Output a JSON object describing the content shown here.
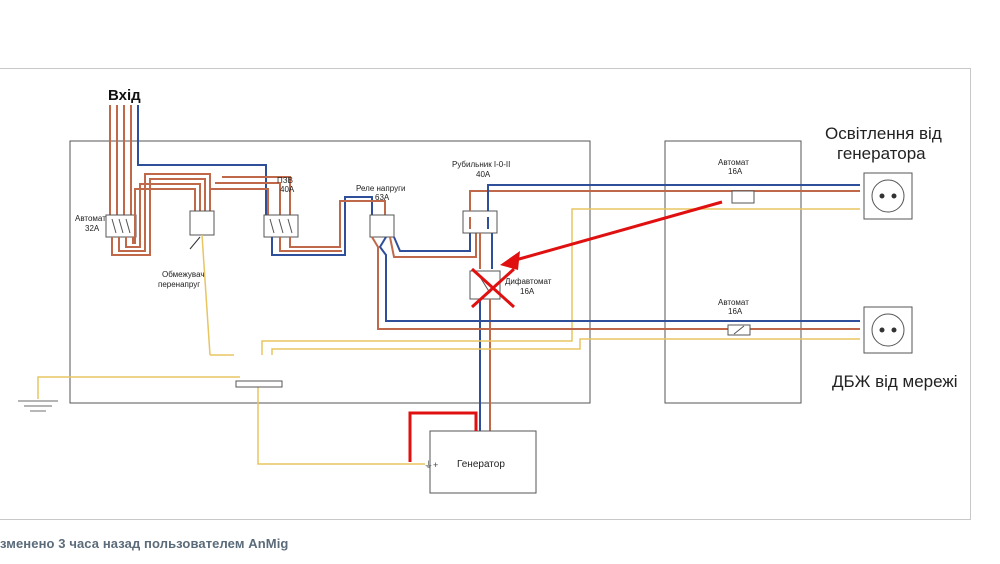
{
  "diagram": {
    "title_input": "Вхід",
    "breaker_main": {
      "line1": "Автомат",
      "line2": "32A"
    },
    "surge_limiter": {
      "line1": "Обмежувач",
      "line2": "перенапруг"
    },
    "rcd": {
      "line1": "ПЗВ",
      "line2": "40A"
    },
    "voltage_relay": {
      "line1": "Реле напруги",
      "line2": "63A"
    },
    "switch": {
      "line1": "Рубильник I-0-II",
      "line2": "40A"
    },
    "diff_breaker": {
      "line1": "Дифавтомат",
      "line2": "16A"
    },
    "breaker_gen": {
      "line1": "Автомат",
      "line2": "16A"
    },
    "breaker_ups": {
      "line1": "Автомат",
      "line2": "16A"
    },
    "generator": "Генератор",
    "socket_gen_label": {
      "line1": "Освітлення від",
      "line2": "генератора"
    },
    "socket_ups_label": "ДБЖ від мережі",
    "colors": {
      "phase": "#c0694a",
      "neutral": "#2f4f9a",
      "ground": "#e8c560",
      "annotation": "#e01010"
    }
  },
  "footer_text": "зменено 3 часа назад пользователем AnMig"
}
